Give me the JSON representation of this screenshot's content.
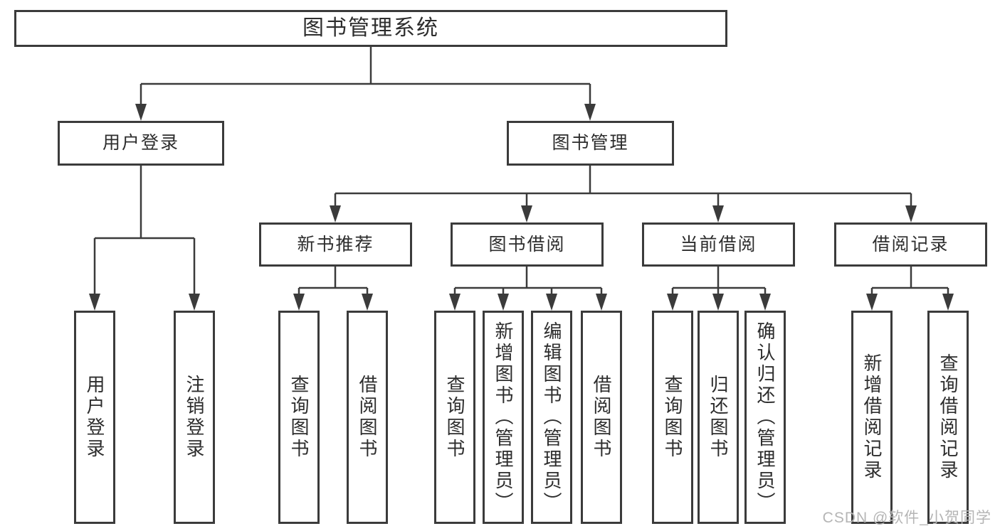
{
  "tree": {
    "label": "图书管理系统",
    "children": [
      {
        "label": "用户登录",
        "children": [
          {
            "label": "用户登录"
          },
          {
            "label": "注销登录"
          }
        ]
      },
      {
        "label": "图书管理",
        "children": [
          {
            "label": "新书推荐",
            "children": [
              {
                "label": "查询图书"
              },
              {
                "label": "借阅图书"
              }
            ]
          },
          {
            "label": "图书借阅",
            "children": [
              {
                "label": "查询图书"
              },
              {
                "label": "新增图书（管理员）"
              },
              {
                "label": "编辑图书（管理员）"
              },
              {
                "label": "借阅图书"
              }
            ]
          },
          {
            "label": "当前借阅",
            "children": [
              {
                "label": "查询图书"
              },
              {
                "label": "归还图书"
              },
              {
                "label": "确认归还（管理员）"
              }
            ]
          },
          {
            "label": "借阅记录",
            "children": [
              {
                "label": "新增借阅记录"
              },
              {
                "label": "查询借阅记录"
              }
            ]
          }
        ]
      }
    ]
  },
  "watermark": {
    "text": "CSDN @软件_小贺同学"
  },
  "colors": {
    "line": "#3b3b3b",
    "text": "#2d2d2d",
    "watermark_gray": "#b5b5b5",
    "background": "#ffffff"
  }
}
